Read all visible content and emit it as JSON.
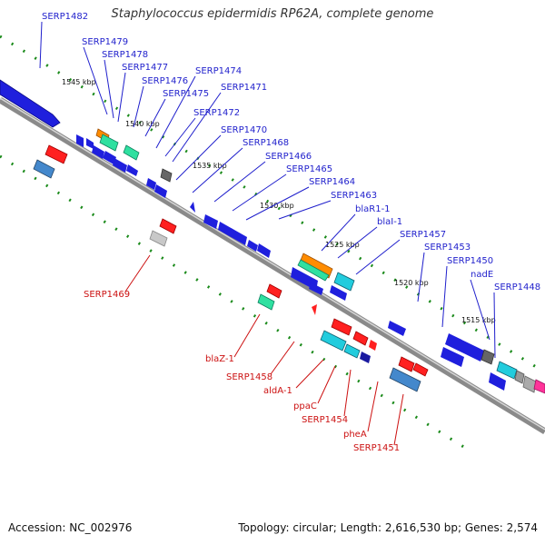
{
  "header": {
    "title": "Staphylococcus epidermidis RP62A, complete genome"
  },
  "footer": {
    "accession": "Accession: NC_002976",
    "summary": "Topology: circular; Length: 2,616,530 bp; Genes: 2,574"
  },
  "colors": {
    "forward_label": "#1f1fcc",
    "reverse_label": "#cc1111",
    "backbone": "#808080",
    "cds": "#1f1fdd",
    "tick": "#1a8a1a"
  },
  "scale_ticks": [
    "1545 kbp",
    "1540 kbp",
    "1535 kbp",
    "1530 kbp",
    "1525 kbp",
    "1520 kbp",
    "1515 kbp"
  ],
  "forward_labels": [
    "SERP1482",
    "SERP1479",
    "SERP1478",
    "SERP1477",
    "SERP1476",
    "SERP1475",
    "SERP1474",
    "SERP1471",
    "SERP1472",
    "SERP1470",
    "SERP1468",
    "SERP1466",
    "SERP1465",
    "SERP1464",
    "SERP1463",
    "blaR1-1",
    "blaI-1",
    "SERP1457",
    "SERP1453",
    "SERP1450",
    "nadE",
    "SERP1448"
  ],
  "reverse_labels": [
    "SERP1469",
    "blaZ-1",
    "SERP1458",
    "aldA-1",
    "ppaC",
    "SERP1454",
    "pheA",
    "SERP1451"
  ]
}
